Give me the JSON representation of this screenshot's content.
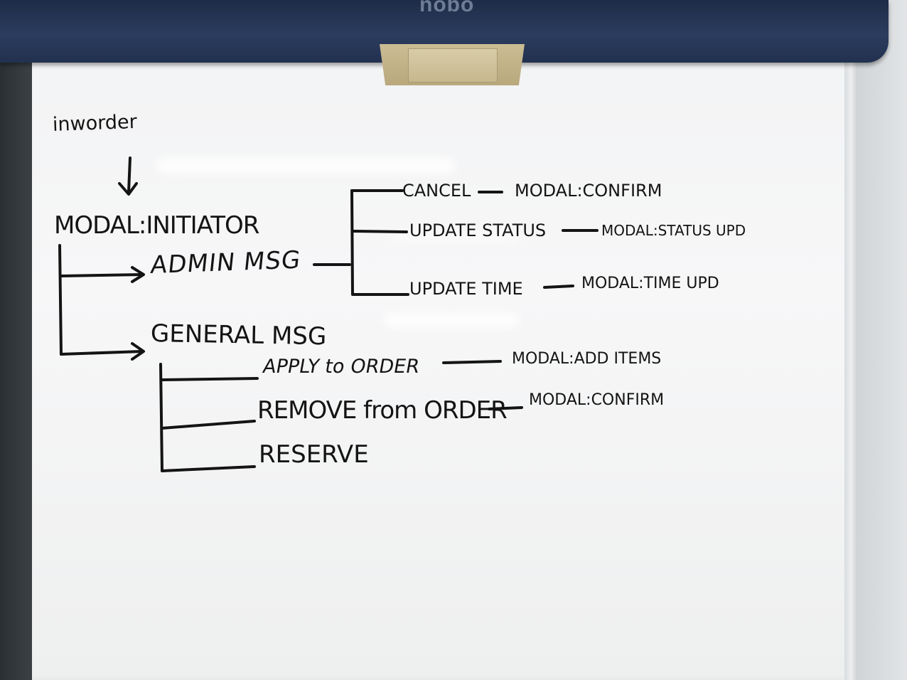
{
  "brand": "nobo",
  "diagram": {
    "entry": "inworder",
    "initiator": "MODAL:INITIATOR",
    "admin": {
      "label": "ADMIN MSG",
      "items": [
        {
          "label": "CANCEL",
          "modal": "MODAL:CONFIRM"
        },
        {
          "label": "UPDATE STATUS",
          "modal": "MODAL:STATUS UPD"
        },
        {
          "label": "UPDATE TIME",
          "modal": "MODAL:TIME UPD"
        }
      ]
    },
    "general": {
      "label": "GENERAL MSG",
      "items": [
        {
          "label": "APPLY to ORDER",
          "modal": "MODAL:ADD ITEMS"
        },
        {
          "label": "REMOVE from ORDER",
          "modal": "MODAL:CONFIRM"
        },
        {
          "label": "RESERVE",
          "modal": ""
        }
      ]
    }
  },
  "colors": {
    "marker": "#141414",
    "board": "#f4f5f6",
    "frame": "#2b3c5e"
  }
}
